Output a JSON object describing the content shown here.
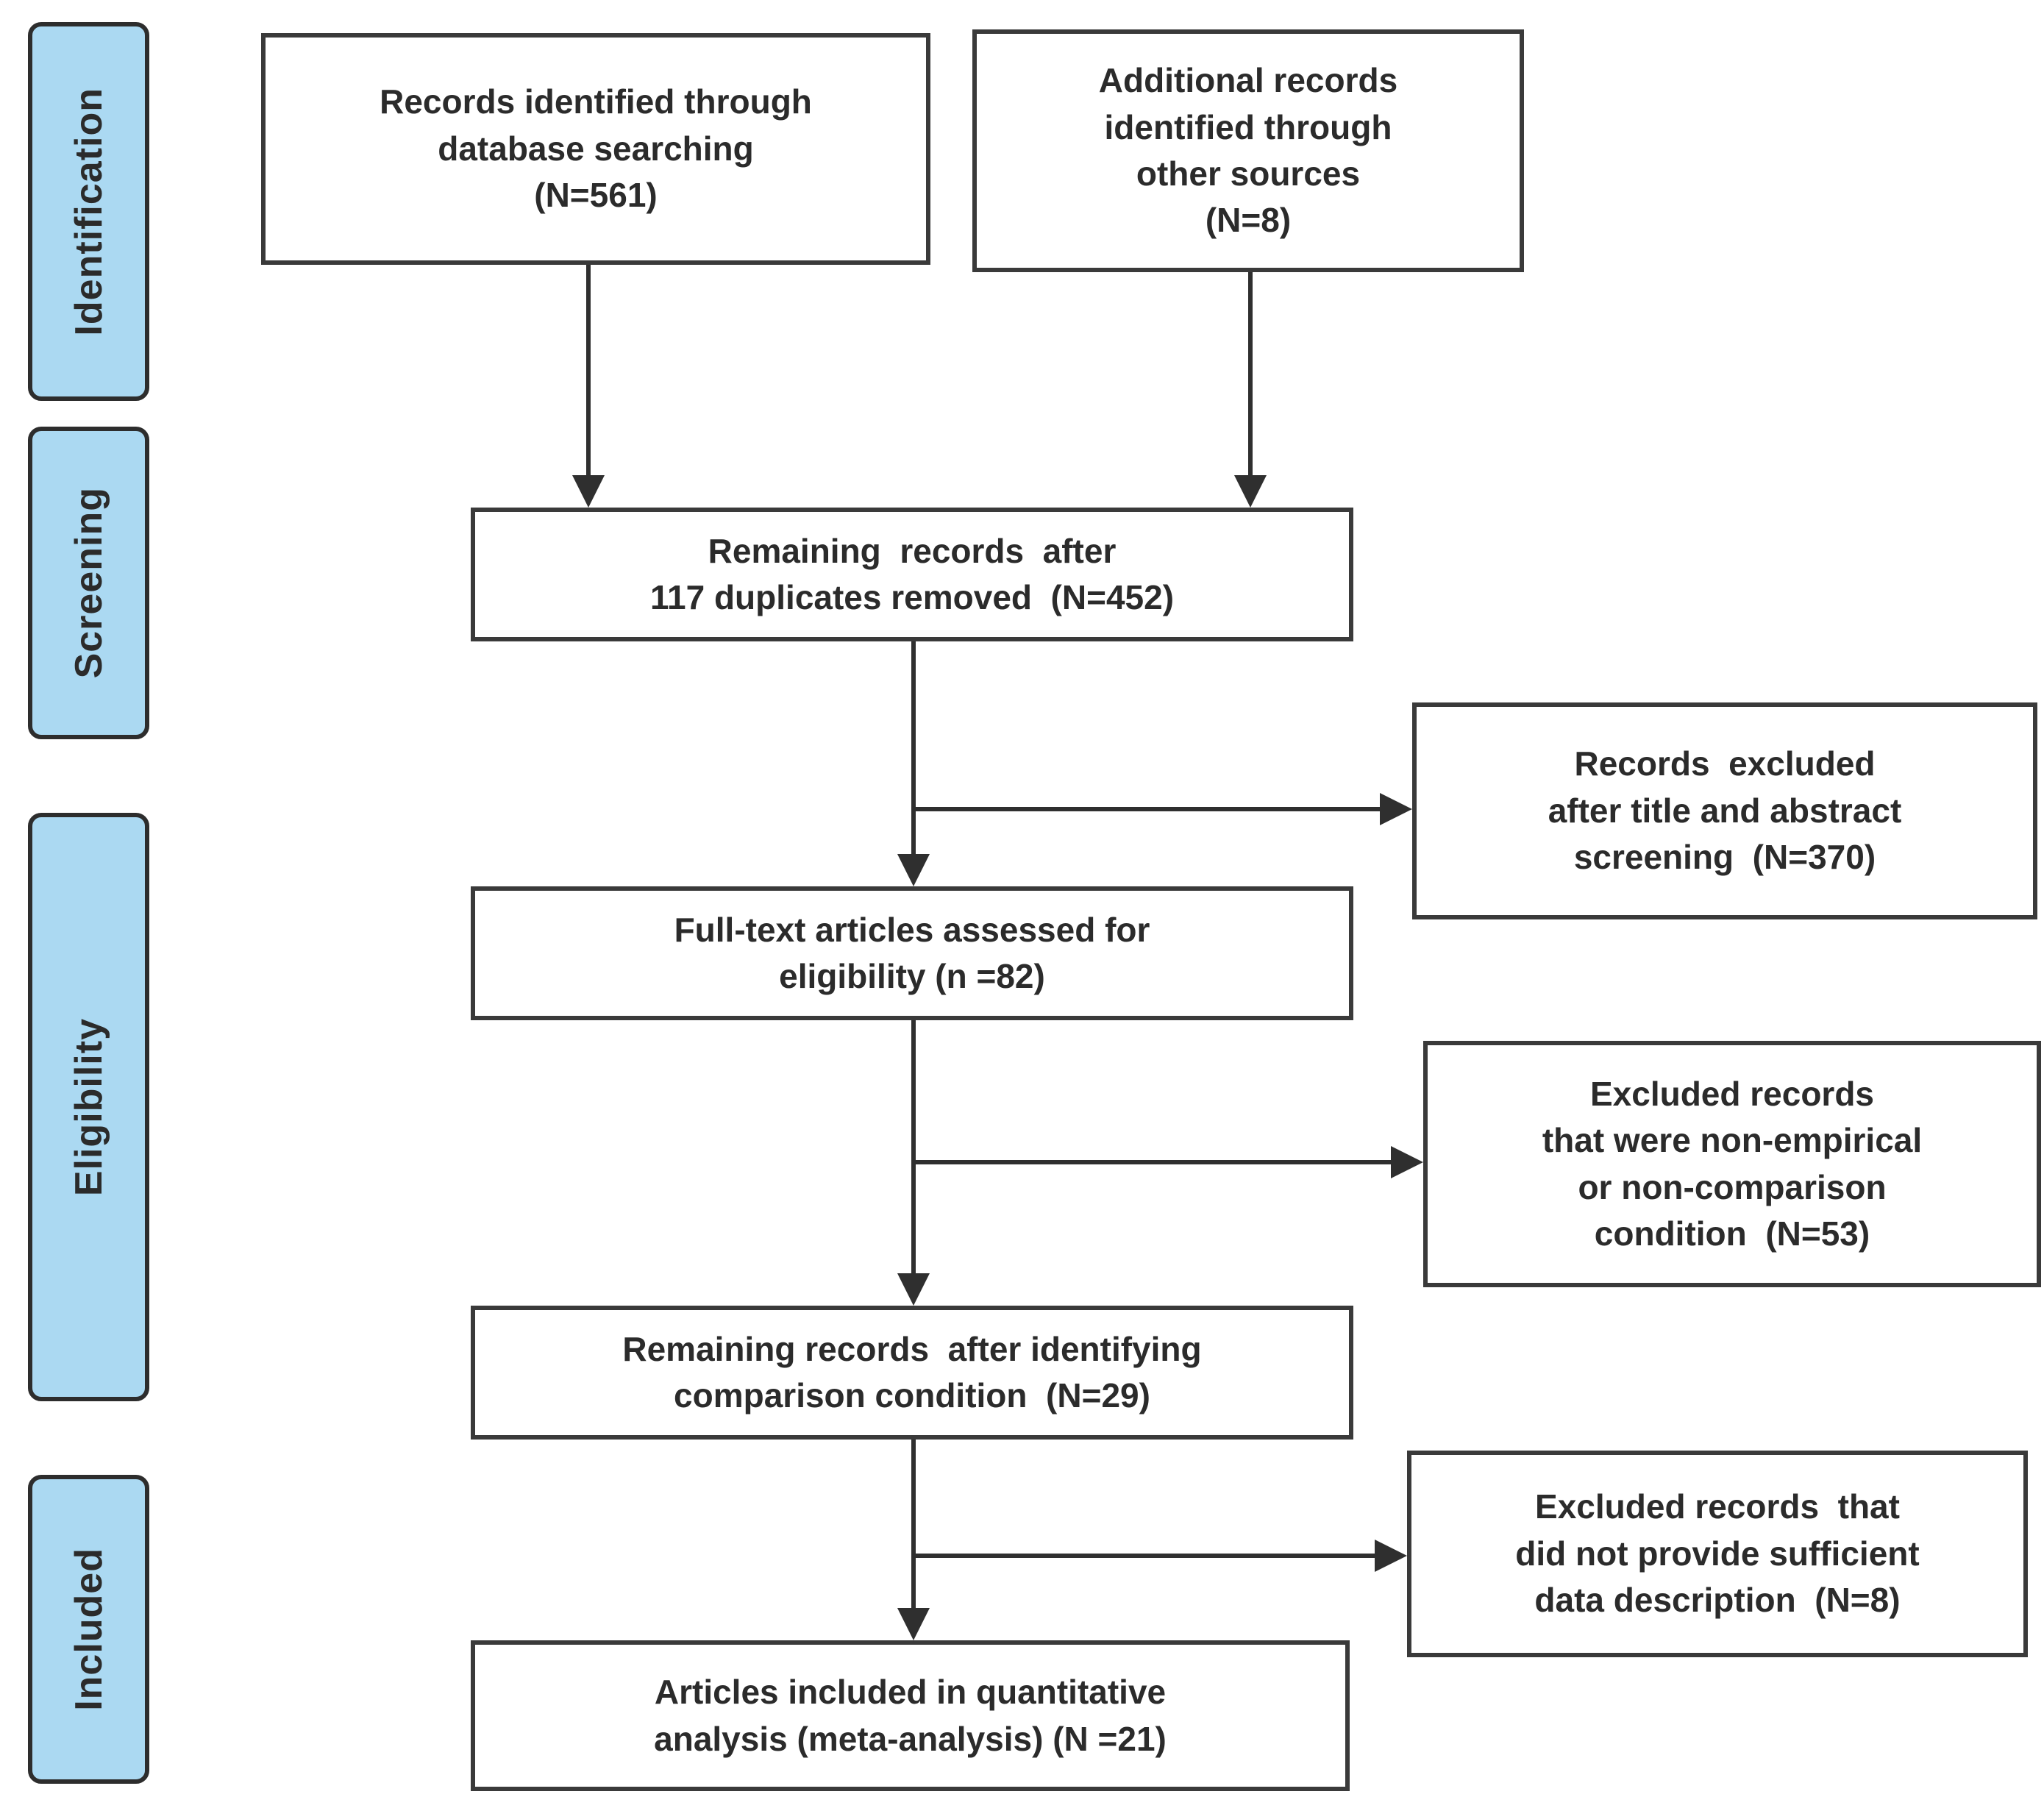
{
  "diagram": {
    "stages": [
      {
        "id": "identification",
        "label": "Identification"
      },
      {
        "id": "screening",
        "label": "Screening"
      },
      {
        "id": "eligibility",
        "label": "Eligibility"
      },
      {
        "id": "included",
        "label": "Included"
      }
    ],
    "nodes": {
      "db_search": {
        "label": "Records identified through\ndatabase searching\n(N=561)"
      },
      "other_sources": {
        "label": "Additional records\nidentified through\nother sources\n(N=8)"
      },
      "duplicates_removed": {
        "label": "Remaining  records  after\n117 duplicates removed  (N=452)"
      },
      "title_abstract_excluded": {
        "label": "Records  excluded\nafter title and abstract\nscreening  (N=370)"
      },
      "fulltext_assessed": {
        "label": "Full-text articles assessed for\neligibility (n =82)"
      },
      "nonempirical_excluded": {
        "label": "Excluded records\nthat were non-empirical\nor non-comparison\ncondition  (N=53)"
      },
      "comparison_remaining": {
        "label": "Remaining records  after identifying\ncomparison condition  (N=29)"
      },
      "insufficient_data_excluded": {
        "label": "Excluded records  that\ndid not provide sufficient\ndata description  (N=8)"
      },
      "included_meta": {
        "label": "Articles included in quantitative\nanalysis (meta-analysis) (N =21)"
      }
    },
    "counts": {
      "identified": 561,
      "other_sources": 8,
      "duplicates_removed": 117,
      "after_duplicates": 452,
      "excluded_title_abstract": 370,
      "fulltext_assessed": 82,
      "excluded_nonempirical": 53,
      "after_comparison": 29,
      "excluded_insufficient_data": 8,
      "included_meta_analysis": 21
    }
  },
  "colors": {
    "stage_fill": "#abd9f2",
    "stage_border": "#2d2d2d",
    "box_border": "#3a3a3a",
    "arrow": "#2f2f2f",
    "text": "#2b2b2b"
  }
}
